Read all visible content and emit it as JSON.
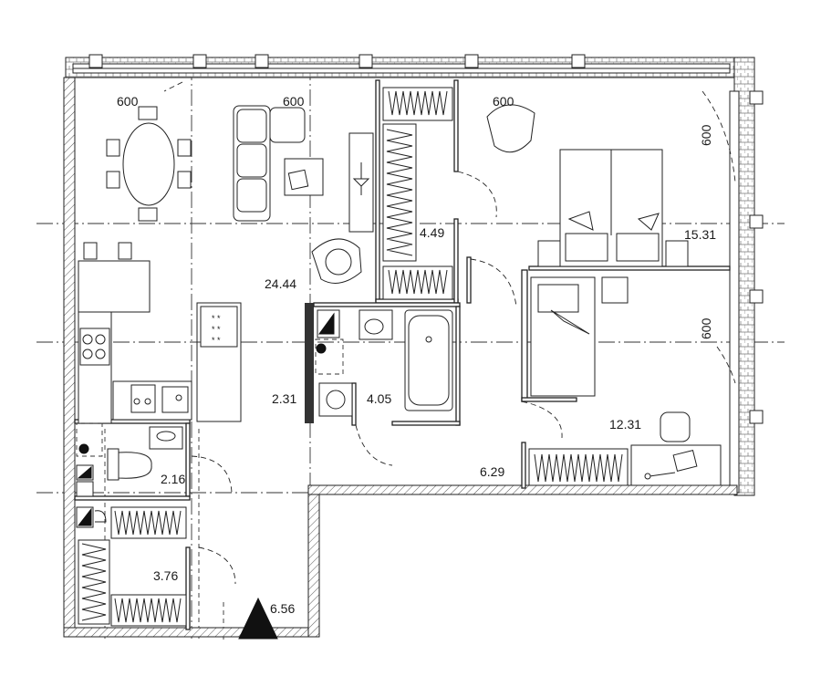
{
  "plan": {
    "dimension_labels": [
      "600",
      "600",
      "600",
      "600",
      "600"
    ],
    "rooms": [
      {
        "id": "living-kitchen",
        "area": "24.44"
      },
      {
        "id": "closet-top",
        "area": "4.49"
      },
      {
        "id": "bedroom-main",
        "area": "15.31"
      },
      {
        "id": "bedroom-second",
        "area": "12.31"
      },
      {
        "id": "bathroom",
        "area": "4.05"
      },
      {
        "id": "toilet-small",
        "area": "2.31"
      },
      {
        "id": "toilet-left",
        "area": "2.16"
      },
      {
        "id": "closet-bottom",
        "area": "3.76"
      },
      {
        "id": "hall",
        "area": "6.29"
      },
      {
        "id": "entrance",
        "area": "6.56"
      }
    ]
  }
}
